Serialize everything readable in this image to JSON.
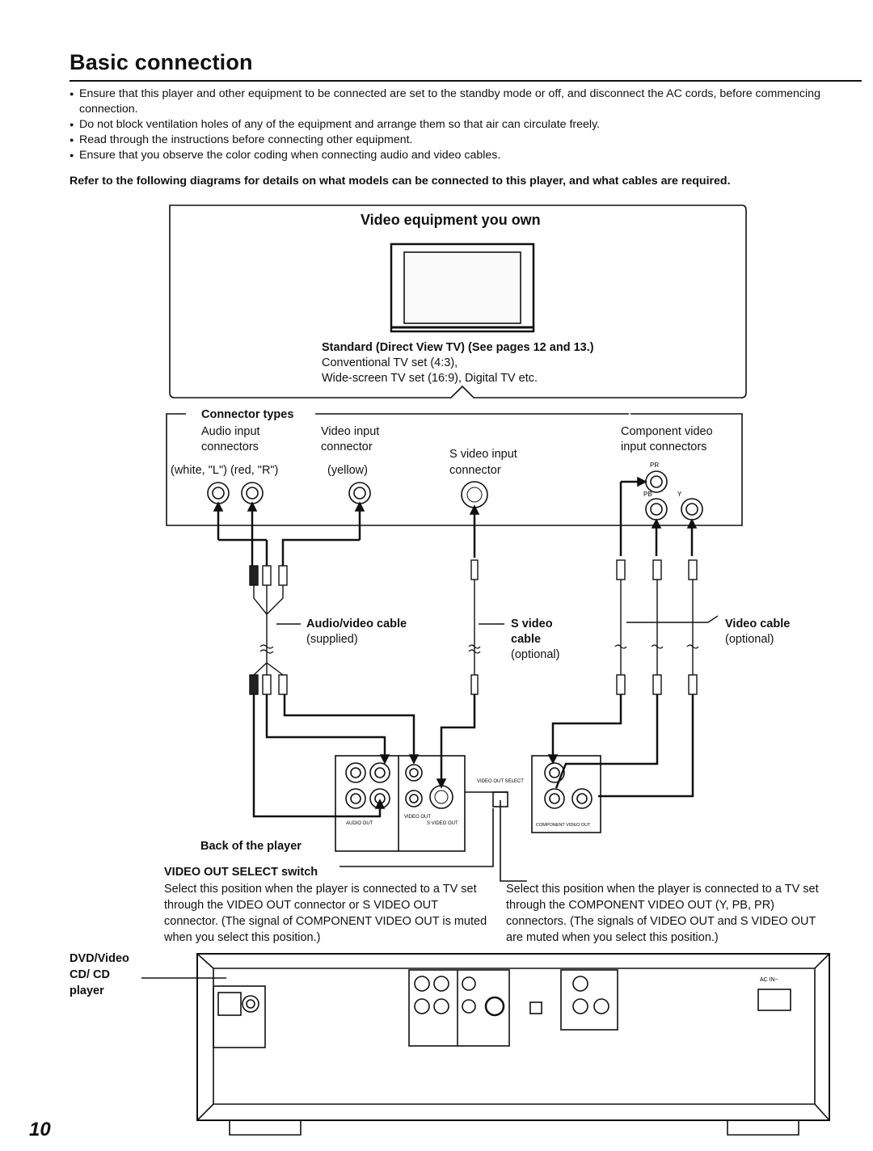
{
  "title": "Basic connection",
  "bullets": [
    "Ensure that this player and other equipment to be connected are set to the standby mode or off, and disconnect the AC cords, before commencing connection.",
    "Do not block ventilation holes of any of the equipment and arrange them so that air can circulate freely.",
    "Read through the instructions before connecting other equipment.",
    "Ensure that you observe the color coding when connecting audio and video cables."
  ],
  "refer_text": "Refer to the following diagrams for details on what models can be connected to this player, and what cables are required.",
  "equipment_box": {
    "heading": "Video equipment you own",
    "tv_title": "Standard (Direct View TV) (See pages 12 and 13.)",
    "tv_line1": "Conventional TV set (4:3),",
    "tv_line2": "Wide-screen TV set (16:9), Digital TV etc."
  },
  "connector_box": {
    "heading": "Connector types",
    "audio_label1": "Audio input",
    "audio_label2": "connectors",
    "audio_colors": "(white, \"L\")  (red, \"R\")",
    "video_label1": "Video input",
    "video_label2": "connector",
    "video_color": "(yellow)",
    "svideo_label1": "S video input",
    "svideo_label2": "connector",
    "component_label1": "Component video",
    "component_label2": "input connectors",
    "pr_label": "PR",
    "pb_label": "PB",
    "y_label": "Y"
  },
  "cables": {
    "av_name": "Audio/video cable",
    "av_note": "(supplied)",
    "sv_name1": "S video",
    "sv_name2": "cable",
    "sv_note": "(optional)",
    "vc_name": "Video cable",
    "vc_note": "(optional)"
  },
  "player_panel": {
    "back_label": "Back of the player",
    "audio_out": "AUDIO OUT",
    "video_out": "VIDEO OUT",
    "s_video_out": "S VIDEO OUT",
    "video_out_select": "VIDEO OUT SELECT",
    "component_out": "COMPONENT VIDEO OUT",
    "ac_in": "AC IN~"
  },
  "switch": {
    "heading": "VIDEO OUT SELECT switch",
    "left_text": "Select this position when the player is connected to a TV set through the VIDEO OUT connector or S VIDEO OUT connector. (The signal of COMPONENT VIDEO OUT is muted when you select this position.)",
    "right_text": "Select this position when the player is connected to a TV set through the COMPONENT VIDEO OUT (Y, PB, PR) connectors. (The signals of VIDEO OUT and S VIDEO OUT are muted when you select this position.)"
  },
  "player_label": "DVD/Video CD/ CD player",
  "page_number": "10"
}
